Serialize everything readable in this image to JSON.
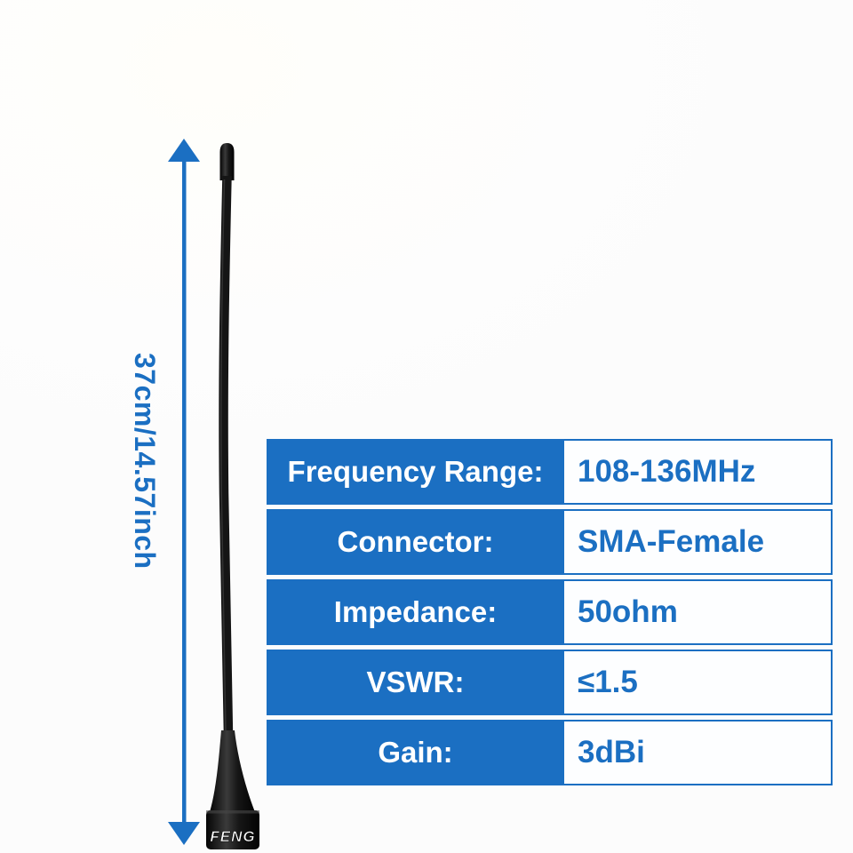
{
  "colors": {
    "accent_blue": "#1b6fc2",
    "background": "#fdfdfd",
    "antenna_black": "#151515",
    "label_text": "#ffffff"
  },
  "annotation": {
    "dimension_label": "37cm/14.57inch"
  },
  "antenna": {
    "brand_text": "FENG"
  },
  "spec_table": {
    "rows": [
      {
        "label": "Frequency Range:",
        "value": "108-136MHz"
      },
      {
        "label": "Connector:",
        "value": "SMA-Female"
      },
      {
        "label": "Impedance:",
        "value": "50ohm"
      },
      {
        "label": "VSWR:",
        "value": "≤1.5"
      },
      {
        "label": "Gain:",
        "value": "3dBi"
      }
    ]
  }
}
